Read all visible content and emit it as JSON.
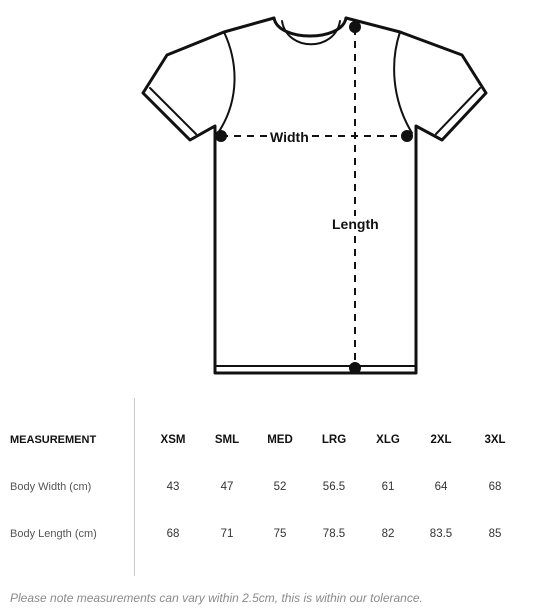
{
  "diagram": {
    "width_label": "Width",
    "length_label": "Length"
  },
  "table": {
    "header_label": "MEASUREMENT",
    "sizes": [
      "XSM",
      "SML",
      "MED",
      "LRG",
      "XLG",
      "2XL",
      "3XL"
    ],
    "rows": [
      {
        "label": "Body Width (cm)",
        "values": [
          "43",
          "47",
          "52",
          "56.5",
          "61",
          "64",
          "68"
        ]
      },
      {
        "label": "Body Length (cm)",
        "values": [
          "68",
          "71",
          "75",
          "78.5",
          "82",
          "83.5",
          "85"
        ]
      }
    ]
  },
  "note": "Please note measurements can vary within 2.5cm, this is within our tolerance."
}
